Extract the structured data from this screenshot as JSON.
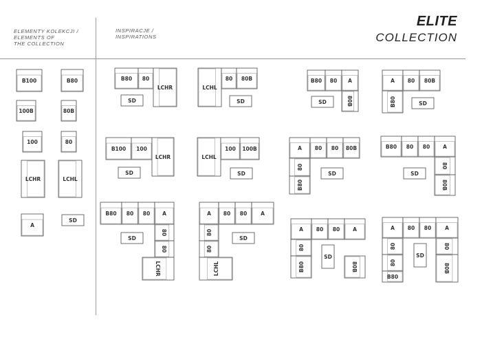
{
  "header": {
    "elements_line1": "ELEMENTY KOLEKCJI /",
    "elements_line2": "ELEMENTS OF",
    "elements_line3": "THE COLLECTION",
    "insp_line1": "INSPIRACJE /",
    "insp_line2": "INSPIRATIONS",
    "brand": "ELITE",
    "collection": "COLLECTION"
  },
  "elements": [
    {
      "label": "B100",
      "kind": "b100"
    },
    {
      "label": "B80",
      "kind": "b80"
    },
    {
      "label": "100B",
      "kind": "s100b"
    },
    {
      "label": "80B",
      "kind": "s80b"
    },
    {
      "label": "100",
      "kind": "s100"
    },
    {
      "label": "80",
      "kind": "s80"
    },
    {
      "label": "LCHR",
      "kind": "lchr"
    },
    {
      "label": "LCHL",
      "kind": "lchl"
    },
    {
      "label": "A",
      "kind": "corner"
    },
    {
      "label": "SD",
      "kind": "pouf"
    }
  ],
  "inspirations": [
    {
      "id": 1,
      "labels": [
        "B80",
        "80",
        "LCHR",
        "SD"
      ]
    },
    {
      "id": 2,
      "labels": [
        "LCHL",
        "80",
        "80B",
        "SD"
      ]
    },
    {
      "id": 3,
      "labels": [
        "B80",
        "80",
        "A",
        "80B",
        "SD"
      ]
    },
    {
      "id": 4,
      "labels": [
        "A",
        "80",
        "80B",
        "B80",
        "SD"
      ]
    },
    {
      "id": 5,
      "labels": [
        "B100",
        "100",
        "LCHR",
        "SD"
      ]
    },
    {
      "id": 6,
      "labels": [
        "LCHL",
        "100",
        "100B",
        "SD"
      ]
    },
    {
      "id": 7,
      "labels": [
        "A",
        "80",
        "80",
        "80B",
        "80",
        "B80",
        "SD"
      ]
    },
    {
      "id": 8,
      "labels": [
        "B80",
        "80",
        "80",
        "A",
        "80",
        "80B",
        "SD"
      ]
    },
    {
      "id": 9,
      "labels": [
        "B80",
        "80",
        "80",
        "A",
        "80",
        "80",
        "LCHR",
        "SD"
      ]
    },
    {
      "id": 10,
      "labels": [
        "A",
        "80",
        "80",
        "A",
        "80",
        "80",
        "LCHL",
        "SD"
      ]
    },
    {
      "id": 11,
      "labels": [
        "A",
        "80",
        "80",
        "A",
        "80",
        "B80",
        "SD",
        "80B"
      ]
    },
    {
      "id": 12,
      "labels": [
        "A",
        "80",
        "80",
        "A",
        "80",
        "80",
        "B80",
        "SD",
        "80",
        "80B"
      ]
    }
  ]
}
